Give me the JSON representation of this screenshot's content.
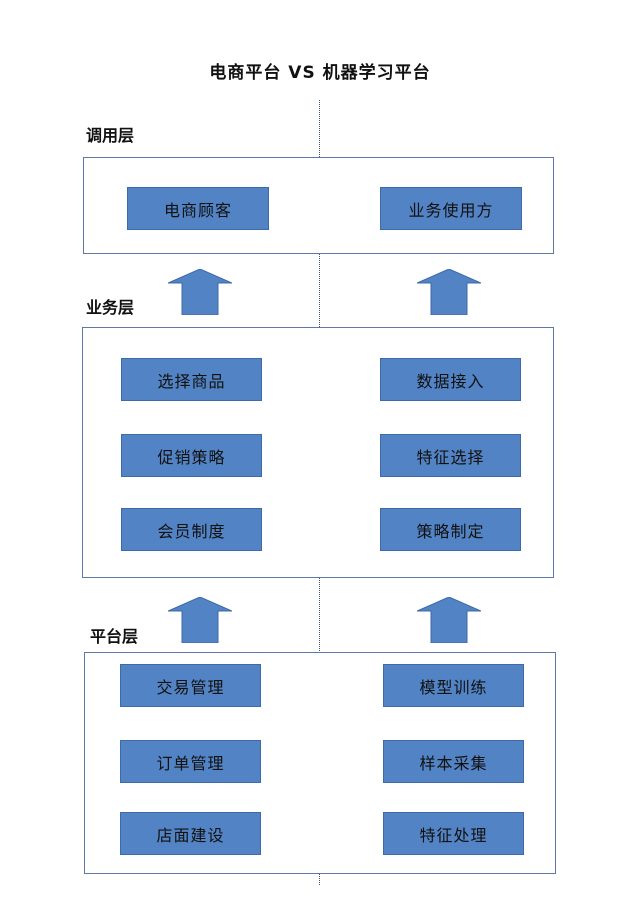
{
  "title": "电商平台 VS 机器学习平台",
  "colors": {
    "node_fill": "#5283c4",
    "node_border": "#3e6aa6",
    "box_border": "#5e79a8",
    "arrow_fill": "#5283c4"
  },
  "layers": {
    "call": {
      "label": "调用层",
      "left_nodes": [
        "电商顾客"
      ],
      "right_nodes": [
        "业务使用方"
      ]
    },
    "business": {
      "label": "业务层",
      "left_nodes": [
        "选择商品",
        "促销策略",
        "会员制度"
      ],
      "right_nodes": [
        "数据接入",
        "特征选择",
        "策略制定"
      ]
    },
    "platform": {
      "label": "平台层",
      "left_nodes": [
        "交易管理",
        "订单管理",
        "店面建设"
      ],
      "right_nodes": [
        "模型训练",
        "样本采集",
        "特征处理"
      ]
    }
  }
}
